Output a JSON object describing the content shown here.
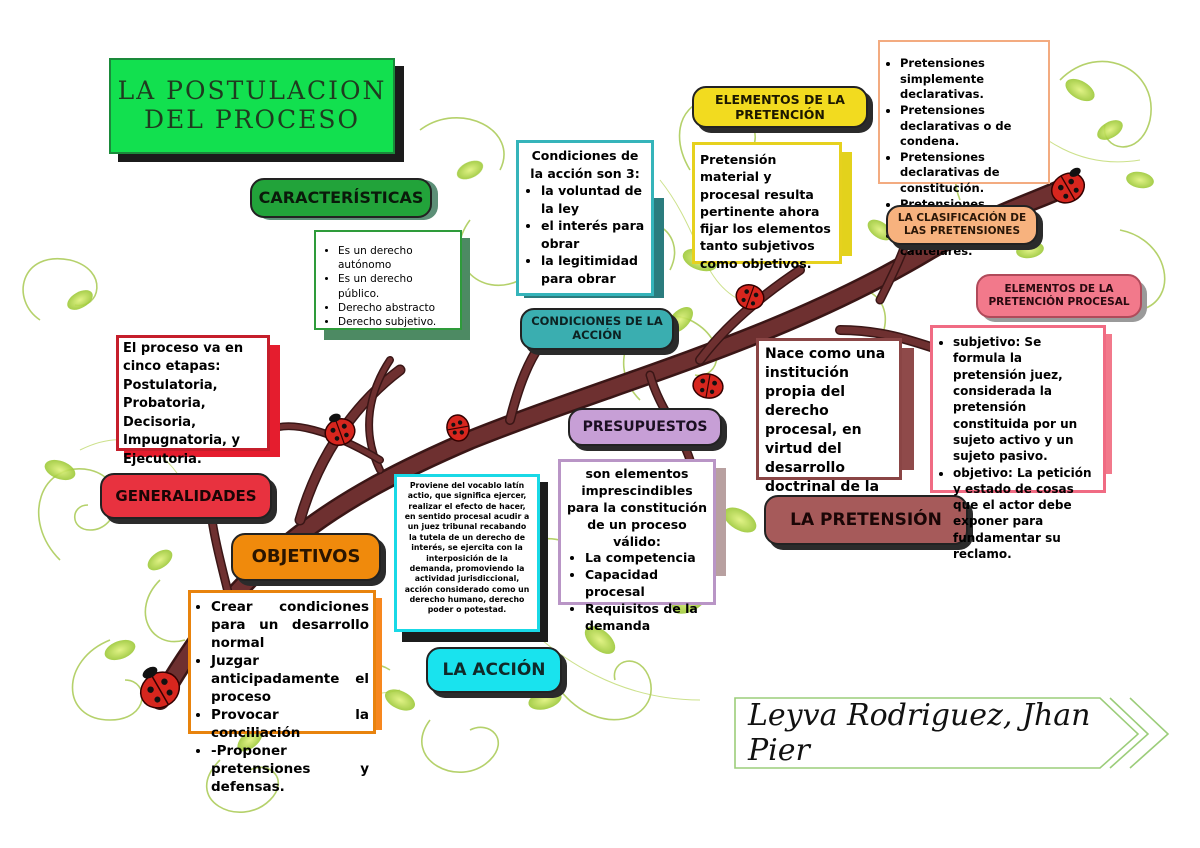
{
  "title": {
    "line1": "LA POSTULACION",
    "line2": "DEL PROCESO"
  },
  "labels": {
    "caracteristicas": "CARACTERÍSTICAS",
    "generalidades": "GENERALIDADES",
    "objetivos": "OBJETIVOS",
    "accion": "LA ACCIÓN",
    "condiciones": "CONDICIONES DE LA ACCIÓN",
    "presupuestos": "PRESUPUESTOS",
    "pretension": "LA PRETENSIÓN",
    "elementos_pretension": "ELEMENTOS DE LA PRETENCIÓN",
    "clasificacion": "LA CLASIFICACIÓN DE LAS PRETENSIONES",
    "elementos_procesal": "ELEMENTOS DE LA PRETENCIÓN PROCESAL"
  },
  "caracteristicas_items": [
    "Es un derecho autónomo",
    "Es un derecho público.",
    " Derecho abstracto",
    "Derecho subjetivo."
  ],
  "generalidades_text": "El proceso va en cinco etapas: Postulatoria, Probatoria, Decisoria, Impugnatoria, y Ejecutoria.",
  "objetivos_items": [
    "Crear condiciones para un desarrollo normal",
    "Juzgar anticipadamente el proceso",
    "Provocar la conciliación",
    "-Proponer pretensiones y defensas."
  ],
  "accion_text": "Proviene del vocablo latín actio, que significa ejercer, realizar el efecto de hacer, en sentido procesal acudir a un juez tribunal recabando la tutela de un derecho de interés, se ejercita con la interposición de la demanda, promoviendo la actividad jurisdiccional, acción considerado como un derecho humano, derecho poder o potestad.",
  "condiciones_intro": "Condiciones de la acción son 3:",
  "condiciones_items": [
    " la voluntad de la ley",
    " el interés para obrar",
    " la legitimidad para obrar"
  ],
  "presupuestos_intro": "son elementos imprescindibles para la constitución de un proceso válido:",
  "presupuestos_items": [
    "La competencia",
    "Capacidad procesal",
    "Requisitos de la demanda"
  ],
  "pretension_text": "Nace como una institución propia del derecho procesal, en virtud del desarrollo doctrinal de la acción",
  "elementos_text": "Pretensión material y procesal resulta pertinente ahora fijar los elementos tanto subjetivos como objetivos.",
  "clasificacion_items": [
    "Pretensiones simplemente declarativas.",
    "Pretensiones declarativas o de condena.",
    "Pretensiones declarativas de constitución.",
    "Pretensiones ejecutivas.",
    "Pretensiones cautelares."
  ],
  "procesal_items": [
    "subjetivo: Se formula la pretensión juez, considerada la pretensión constituida por un sujeto activo y un sujeto pasivo.",
    "objetivo: La petición y estado de cosas que el actor debe exponer para fundamentar su reclamo."
  ],
  "signature": "Leyva Rodriguez, Jhan Pier",
  "colors": {
    "title_green": "#12e04f",
    "generalidades_red": "#e8323f",
    "objetivos_orange": "#f08a0c",
    "accion_cyan": "#19e3ee",
    "condiciones_teal": "#3aaeb0",
    "presupuestos_purple": "#c79fd6",
    "pretension_brown": "#a65a5a",
    "elementos_yellow": "#f2db1f",
    "clasificacion_peach": "#f7b27e",
    "procesal_pink": "#f2798b",
    "branch_brown": "#6e3030"
  }
}
